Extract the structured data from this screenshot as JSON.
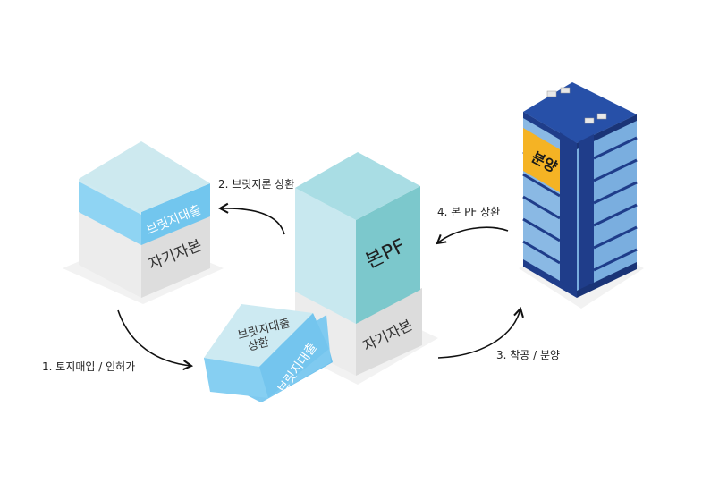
{
  "labels": {
    "step1": "1. 토지매입 / 인허가",
    "step2": "2. 브릿지론 상환",
    "step3": "3. 착공 / 분양",
    "step4": "4. 본 PF 상환"
  },
  "blocks": {
    "left_top": "브릿지대출",
    "left_bottom": "자기자본",
    "center_top": "본PF",
    "center_bottom": "자기자본",
    "tilted_top": "브릿지대출\n상환",
    "tilted_side": "브릿지대출",
    "building_sign": "분양"
  },
  "colors": {
    "light_blue": "#cde9ef",
    "bright_blue": "#7ccbf0",
    "teal": "#8dd3dc",
    "teal_dark": "#7ac7c9",
    "gray_light": "#ececec",
    "gray_mid": "#dadada",
    "navy": "#1f3d8a",
    "window_blue": "#8ab9e4",
    "sign_yellow": "#f5b324"
  }
}
